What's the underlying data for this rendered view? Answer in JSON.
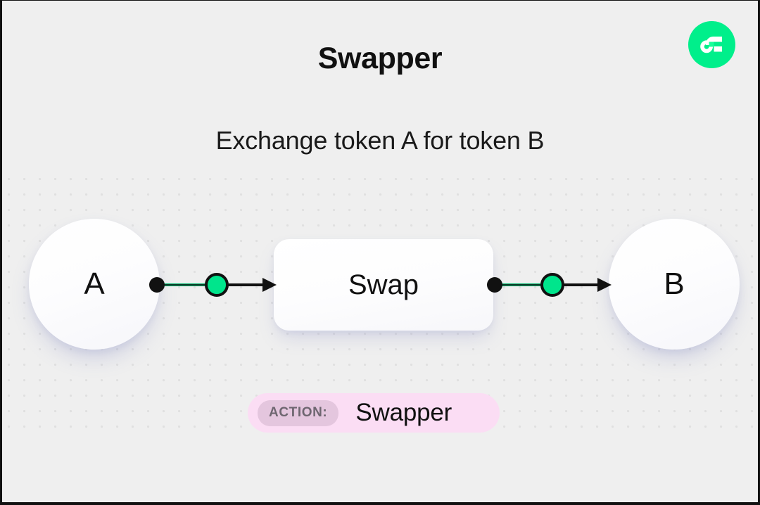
{
  "header": {
    "title": "Swapper",
    "subtitle": "Exchange token A for token B"
  },
  "brand": {
    "logo_name": "flow-logo",
    "circle_color": "#00EF8B",
    "mark_color": "#FFFFFF",
    "mark_accent_color": "#16FF99"
  },
  "diagram": {
    "nodes": [
      {
        "id": "token-a",
        "label": "A",
        "shape": "circle"
      },
      {
        "id": "swap",
        "label": "Swap",
        "shape": "rounded-rect"
      },
      {
        "id": "token-b",
        "label": "B",
        "shape": "circle"
      }
    ],
    "edges": [
      {
        "id": "edge-a-swap",
        "from": "token-a",
        "to": "swap",
        "marker": "arrow",
        "midpoint_dot": true
      },
      {
        "id": "edge-swap-b",
        "from": "swap",
        "to": "token-b",
        "marker": "arrow",
        "midpoint_dot": true
      }
    ],
    "colors": {
      "accent_green": "#00E58C",
      "edge_stroke": "#111111",
      "node_fill": "#FFFFFF",
      "node_shadow": "#C5C8E0",
      "canvas_background": "#EFEFEF",
      "grid_dot": "#E0E0E0"
    }
  },
  "action_badge": {
    "chip_label": "ACTION:",
    "value": "Swapper",
    "background_color": "#FBDDF4",
    "chip_color": "#E4C6DE",
    "chip_text_color": "#6E6670"
  }
}
